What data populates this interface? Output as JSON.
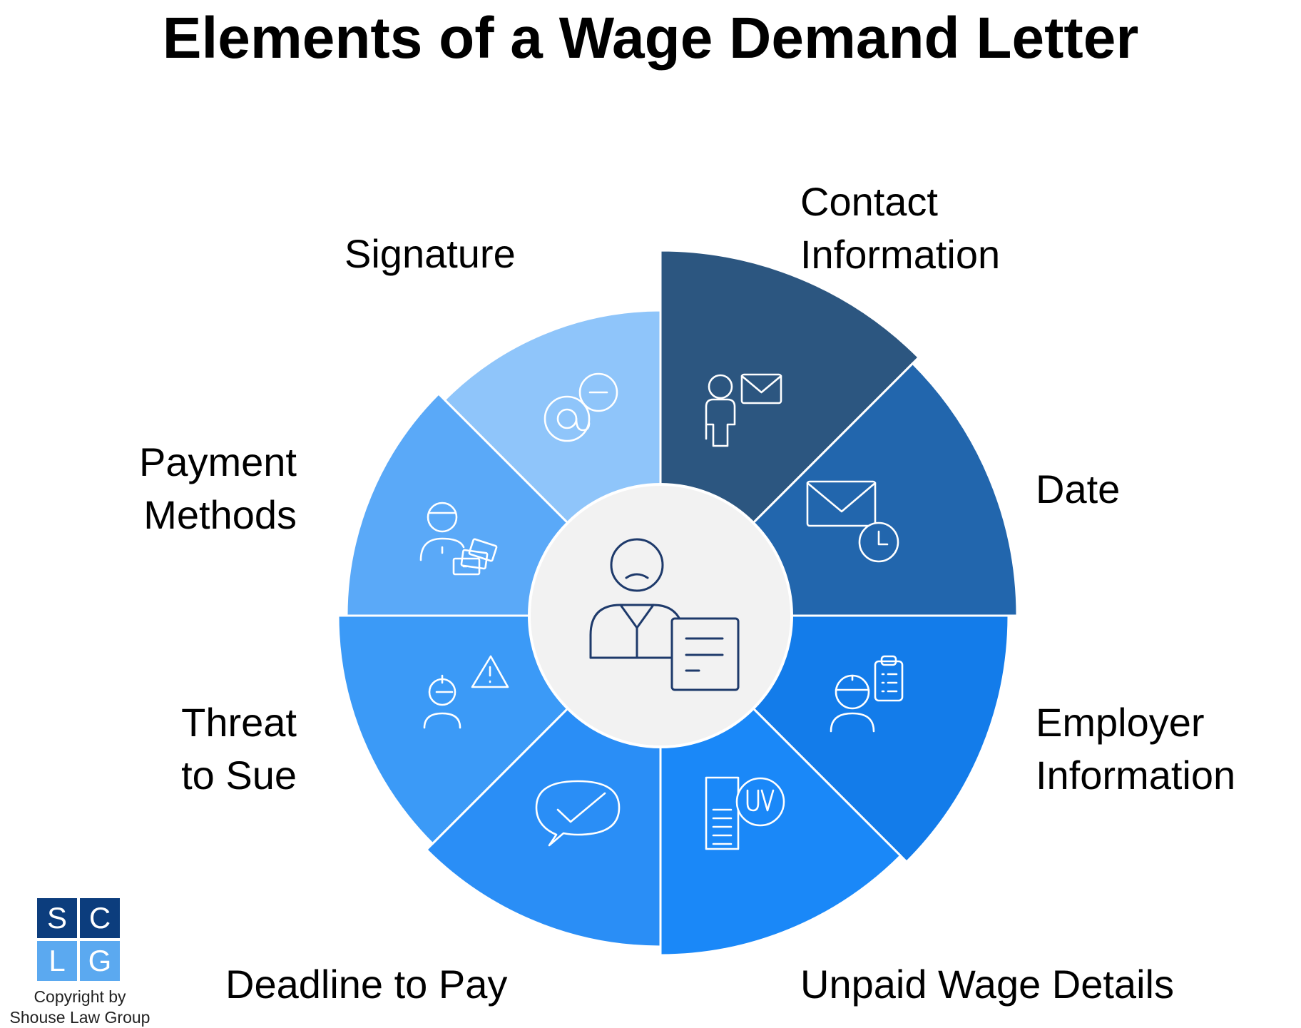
{
  "title": "Elements of a Wage Demand Letter",
  "center_icon": "person-with-document-icon",
  "colors": {
    "contact": "#2c5680",
    "date": "#2266ad",
    "employer": "#137cea",
    "unpaid": "#1a88f8",
    "deadline": "#2a8ef6",
    "threat": "#3b9af7",
    "payment": "#5aa9f8",
    "signature": "#8fc5fa",
    "center_bg": "#f2f2f2",
    "icon_dark": "#1e3a6b",
    "logo_dark": "#0c3d7d",
    "logo_light": "#5ba9f0"
  },
  "segments": [
    {
      "id": "contact",
      "label": [
        "Contact",
        "Information"
      ],
      "icon": "person-envelope-icon"
    },
    {
      "id": "date",
      "label": [
        "Date"
      ],
      "icon": "envelope-clock-icon"
    },
    {
      "id": "employer",
      "label": [
        "Employer",
        "Information"
      ],
      "icon": "worker-clipboard-icon"
    },
    {
      "id": "unpaid",
      "label": [
        "Unpaid Wage Details"
      ],
      "icon": "document-uv-badge-icon"
    },
    {
      "id": "deadline",
      "label": [
        "Deadline to Pay"
      ],
      "icon": "chat-check-icon"
    },
    {
      "id": "threat",
      "label": [
        "Threat",
        "to Sue"
      ],
      "icon": "person-warning-icon"
    },
    {
      "id": "payment",
      "label": [
        "Payment",
        "Methods"
      ],
      "icon": "person-cards-icon"
    },
    {
      "id": "signature",
      "label": [
        "Signature"
      ],
      "icon": "at-sign-minus-icon"
    }
  ],
  "logo": {
    "letters": [
      "S",
      "C",
      "L",
      "G"
    ]
  },
  "copyright": [
    "Copyright by",
    "Shouse Law Group"
  ]
}
